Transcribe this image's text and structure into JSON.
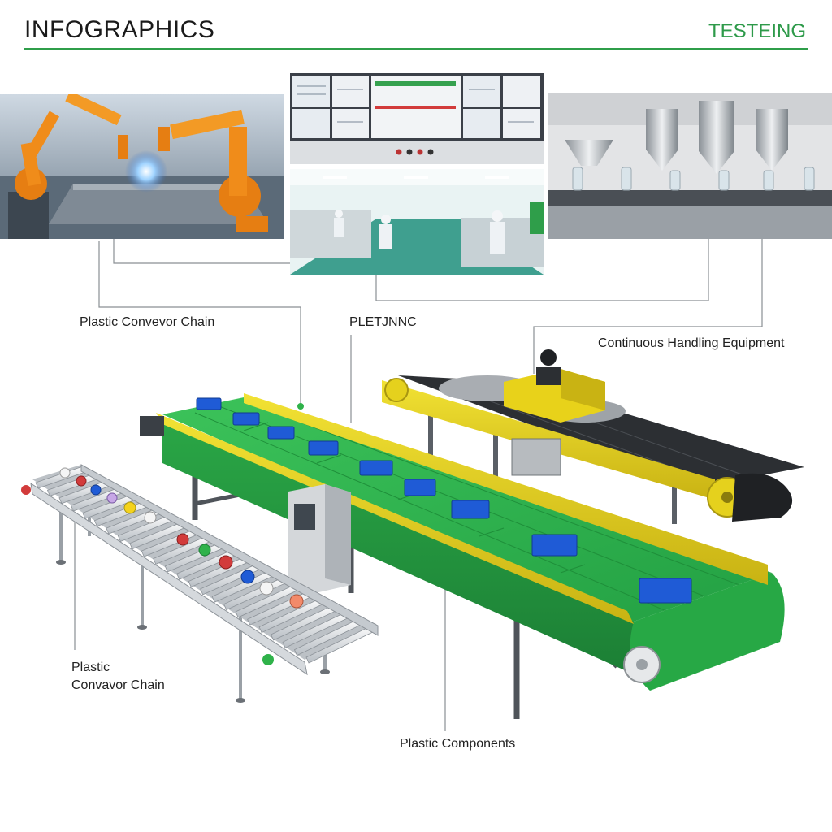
{
  "header": {
    "title": "INFOGRAPHICS",
    "tag": "TESTEING",
    "accent_color": "#2f9e4a"
  },
  "photos": {
    "robot_welding": {
      "icon": "robot-arm-welding-photo"
    },
    "control_screens": {
      "icon": "control-monitor-wall-photo"
    },
    "clean_room": {
      "icon": "clean-room-factory-photo"
    },
    "bottle_filling": {
      "icon": "bottle-filling-machine-photo"
    }
  },
  "callouts": {
    "top_left": "Plastic Convevor Chain",
    "top_center": "PLETJNNC",
    "top_right": "Continuous Handling Equipment",
    "bottom_left_line1": "Plastic",
    "bottom_left_line2": "Convavor Chain",
    "bottom_center": "Plastic Components"
  },
  "colors": {
    "belt_green": "#2fb24a",
    "rail_yellow": "#e8d21a",
    "part_blue": "#1f5bd6",
    "roller_steel": "#c9cdd2",
    "frame_gray": "#5a5f66"
  }
}
